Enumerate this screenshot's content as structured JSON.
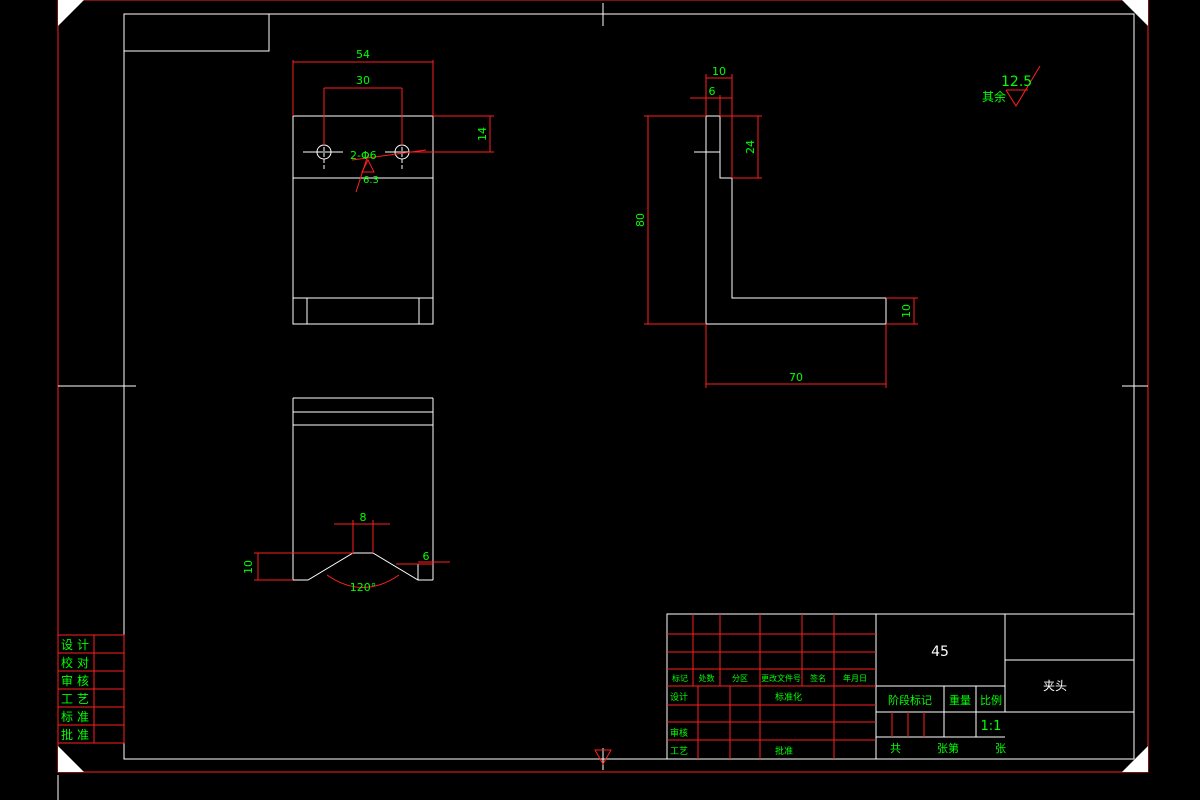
{
  "colors": {
    "background": "#000000",
    "geometry": "#ffffff",
    "dimension": "#ff2020",
    "text": "#00ff00",
    "frame": "#ff2020"
  },
  "dims": {
    "top_width": "54",
    "hole_spacing": "30",
    "hole_offset": "14",
    "holes": "2-Φ6",
    "roughness_top": "6.3",
    "side_w1": "10",
    "side_w2": "6",
    "side_h24": "24",
    "side_h80": "80",
    "side_len70": "70",
    "side_t10": "10",
    "v_width": "8",
    "v_depth": "6",
    "v_height": "10",
    "v_angle": "120°"
  },
  "roughness": {
    "label": "其余",
    "value": "12.5"
  },
  "left_table": [
    "设计",
    "校对",
    "审核",
    "工艺",
    "标准",
    "批准"
  ],
  "title_block": {
    "material": "45",
    "part_name": "夹头",
    "header_cells": [
      "标记",
      "处数",
      "分区",
      "更改文件号",
      "签名",
      "年月日"
    ],
    "row_labels": [
      "设计",
      "标准化",
      "审核",
      "工艺",
      "批准"
    ],
    "stage_label": "阶段标记",
    "weight_label": "重量",
    "scale_label": "比例",
    "scale_value": "1:1",
    "sheet_total": "共",
    "sheet_mid": "张第",
    "sheet_end": "张"
  }
}
